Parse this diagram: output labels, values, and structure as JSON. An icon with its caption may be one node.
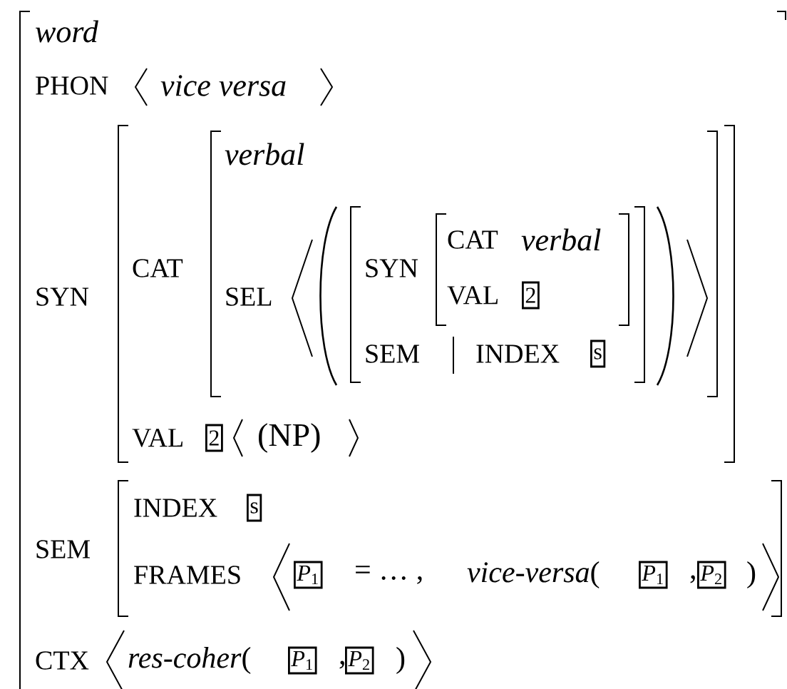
{
  "diagram": {
    "labels": [
      "word",
      "PHON",
      "vice versa",
      "SYN",
      "CAT",
      "verbal",
      "SEL",
      "SYN",
      "CAT",
      "verbal",
      "VAL",
      "2",
      "SEM",
      "INDEX",
      "s",
      "VAL",
      "2",
      "(NP)",
      "SEM",
      "INDEX",
      "s",
      "FRAMES",
      "*P*$_{1}$",
      "= … ,",
      "*vice-versa*(",
      "*P*$_{1}$",
      ",",
      "*P*$_{2}$",
      ")",
      "CTX",
      "*res-coher*(",
      "*P*$_{1}$",
      ",",
      "*P*$_{2}$",
      ")"
    ]
  }
}
